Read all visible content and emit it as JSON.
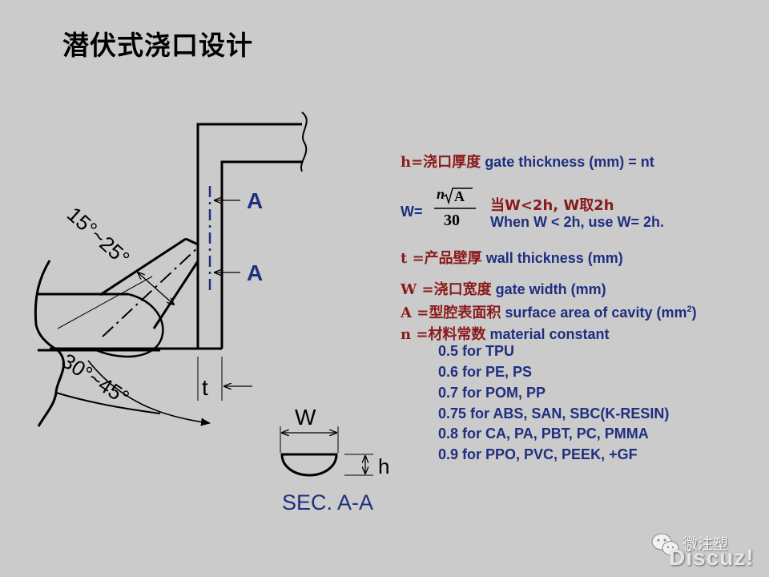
{
  "title": "潜伏式浇口设计",
  "diagram": {
    "section_label_top": "A",
    "section_label_bottom": "A",
    "angle_upper": "15°~25°",
    "angle_lower": "30°~45°",
    "thickness_label": "t",
    "width_label": "W",
    "height_label": "h",
    "section_caption": "SEC. A-A"
  },
  "legend": {
    "line1": {
      "zh": "h=浇口厚度",
      "en": "gate thickness (mm) = nt"
    },
    "formula": {
      "lhs": "W=",
      "numerator_n": "n",
      "numerator_a": "A",
      "denominator": "30",
      "cond_zh": "当W<2h, W取2h",
      "cond_en": "When W < 2h, use W= 2h."
    },
    "line3": {
      "zh": "t =产品壁厚",
      "en": "wall thickness (mm)"
    },
    "line4": {
      "zh": "W =浇口宽度",
      "en": "gate width (mm)"
    },
    "line5": {
      "zh": "A =型腔表面积",
      "en": "surface area of cavity (mm",
      "sup": "2",
      "tail": ")"
    },
    "line6": {
      "zh": "n =材料常数",
      "en": "material constant"
    },
    "constants": [
      "0.5 for TPU",
      "0.6 for PE, PS",
      "0.7 for POM, PP",
      "0.75 for ABS, SAN, SBC(K-RESIN)",
      "0.8 for CA, PA, PBT, PC, PMMA",
      "0.9 for PPO, PVC, PEEK, +GF"
    ]
  },
  "watermark": {
    "line1": "微注塑",
    "line2": "Discuz!"
  }
}
